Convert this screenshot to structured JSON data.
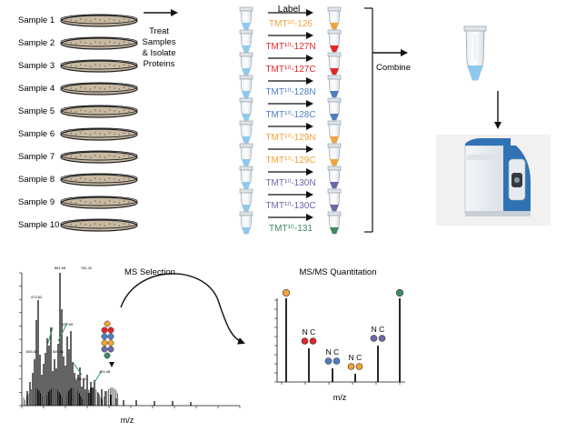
{
  "colors": {
    "orange": "#f2a33a",
    "red": "#e2262c",
    "blue": "#4f7fc0",
    "purple": "#6b69a8",
    "green": "#3f8a62",
    "tube_blue": "#8ec9ee",
    "dish_fill": "#c7b9a2",
    "instrument_blue": "#2f73b5"
  },
  "samples": [
    "Sample 1",
    "Sample 2",
    "Sample 3",
    "Sample 4",
    "Sample 5",
    "Sample 6",
    "Sample 7",
    "Sample 8",
    "Sample 9",
    "Sample 10"
  ],
  "step_treat": [
    "Treat",
    "Samples",
    "& Isolate",
    "Proteins"
  ],
  "label_header": "Label",
  "tmt_labels": [
    {
      "text": "TMT¹⁰-126",
      "color": "#f2a33a"
    },
    {
      "text": "TMT¹⁰-127N",
      "color": "#e2262c"
    },
    {
      "text": "TMT¹⁰-127C",
      "color": "#e2262c"
    },
    {
      "text": "TMT¹⁰-128N",
      "color": "#4f7fc0"
    },
    {
      "text": "TMT¹⁰-128C",
      "color": "#4f7fc0"
    },
    {
      "text": "TMT¹⁰-129N",
      "color": "#f2a33a"
    },
    {
      "text": "TMT¹⁰-129C",
      "color": "#f2a33a"
    },
    {
      "text": "TMT¹⁰-130N",
      "color": "#6b69a8"
    },
    {
      "text": "TMT¹⁰-130C",
      "color": "#6b69a8"
    },
    {
      "text": "TMT¹⁰-131",
      "color": "#3f8a62"
    }
  ],
  "combine_label": "Combine",
  "ms_selection": {
    "title": "MS Selection",
    "xlabel": "m/z",
    "peak_labels": [
      "861.98",
      "781.42",
      "473.82",
      "537.89",
      "605.82",
      "609.81",
      "1034.12",
      "474.48"
    ]
  },
  "msms": {
    "title": "MS/MS Quantitation",
    "xlabel": "m/z",
    "nc_label": "N C"
  }
}
